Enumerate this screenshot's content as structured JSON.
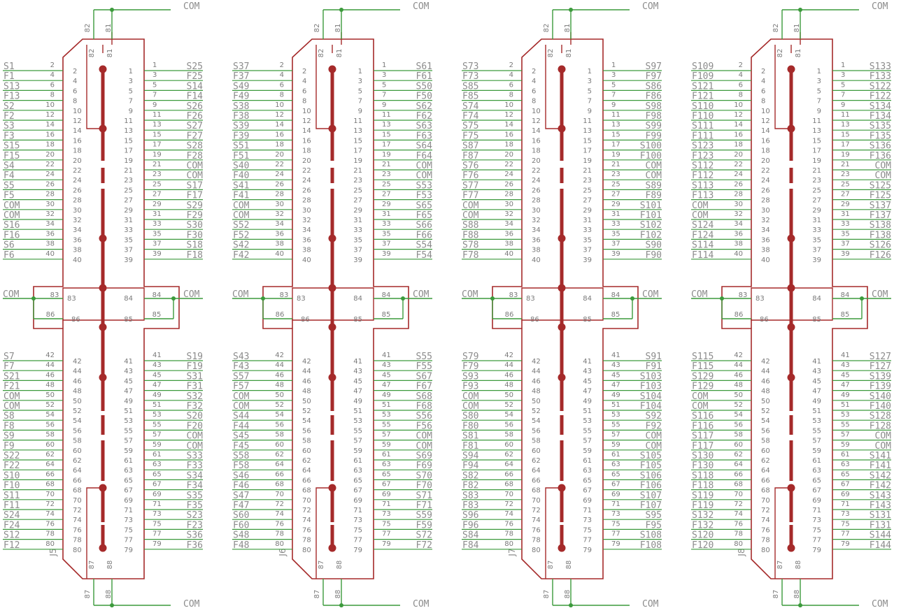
{
  "colors": {
    "wire": "#3c9a3c",
    "part": "#a52a2a",
    "text": "#8c8c8c",
    "junction": "#3c9a3c"
  },
  "connectors": [
    {
      "ref": "J5",
      "left_top": [
        "S1",
        "F1",
        "S13",
        "F13",
        "S2",
        "F2",
        "S3",
        "F3",
        "S15",
        "F15",
        "S4",
        "F4",
        "S5",
        "F5",
        "COM",
        "COM",
        "S16",
        "F16",
        "S6",
        "F6"
      ],
      "right_top": [
        "S25",
        "F25",
        "S14",
        "F14",
        "S26",
        "F26",
        "S27",
        "F27",
        "S28",
        "F28",
        "COM",
        "COM",
        "S17",
        "F17",
        "S29",
        "F29",
        "S30",
        "F30",
        "S18",
        "F18"
      ],
      "left_bot": [
        "S7",
        "F7",
        "S21",
        "F21",
        "COM",
        "COM",
        "S8",
        "F8",
        "S9",
        "F9",
        "S22",
        "F22",
        "S10",
        "F10",
        "S11",
        "F11",
        "S24",
        "F24",
        "S12",
        "F12"
      ],
      "right_bot": [
        "S19",
        "F19",
        "S31",
        "F31",
        "S32",
        "F32",
        "S20",
        "F20",
        "COM",
        "COM",
        "S33",
        "F33",
        "S34",
        "F34",
        "S35",
        "F35",
        "S23",
        "F23",
        "S36",
        "F36"
      ]
    },
    {
      "ref": "J6",
      "left_top": [
        "S37",
        "F37",
        "S49",
        "F49",
        "S38",
        "F38",
        "S39",
        "F39",
        "S51",
        "F51",
        "S40",
        "F40",
        "S41",
        "F41",
        "COM",
        "COM",
        "S52",
        "F52",
        "S42",
        "F42"
      ],
      "right_top": [
        "S61",
        "F61",
        "S50",
        "F50",
        "S62",
        "F62",
        "S63",
        "F63",
        "S64",
        "F64",
        "COM",
        "COM",
        "S53",
        "F53",
        "S65",
        "F65",
        "S66",
        "F66",
        "S54",
        "F54"
      ],
      "left_bot": [
        "S43",
        "F43",
        "S57",
        "F57",
        "COM",
        "COM",
        "S44",
        "F44",
        "S45",
        "F45",
        "S58",
        "F58",
        "S46",
        "F46",
        "S47",
        "F47",
        "S60",
        "F60",
        "S48",
        "F48"
      ],
      "right_bot": [
        "S55",
        "F55",
        "S67",
        "F67",
        "S68",
        "F68",
        "S56",
        "F56",
        "COM",
        "COM",
        "S69",
        "F69",
        "S70",
        "F70",
        "S71",
        "F71",
        "S59",
        "F59",
        "S72",
        "F72"
      ]
    },
    {
      "ref": "J7",
      "left_top": [
        "S73",
        "F73",
        "S85",
        "F85",
        "S74",
        "F74",
        "S75",
        "F75",
        "S87",
        "F87",
        "S76",
        "F76",
        "S77",
        "F77",
        "COM",
        "COM",
        "S88",
        "F88",
        "S78",
        "F78"
      ],
      "right_top": [
        "S97",
        "F97",
        "S86",
        "F86",
        "S98",
        "F98",
        "S99",
        "F99",
        "S100",
        "F100",
        "COM",
        "COM",
        "S89",
        "F89",
        "S101",
        "F101",
        "S102",
        "F102",
        "S90",
        "F90"
      ],
      "left_bot": [
        "S79",
        "F79",
        "S93",
        "F93",
        "COM",
        "COM",
        "S80",
        "F80",
        "S81",
        "F81",
        "S94",
        "F94",
        "S82",
        "F82",
        "S83",
        "F83",
        "S96",
        "F96",
        "S84",
        "F84"
      ],
      "right_bot": [
        "S91",
        "F91",
        "S103",
        "F103",
        "S104",
        "F104",
        "S92",
        "F92",
        "COM",
        "COM",
        "S105",
        "F105",
        "S106",
        "F106",
        "S107",
        "F107",
        "S95",
        "F95",
        "S108",
        "F108"
      ]
    },
    {
      "ref": "J8",
      "left_top": [
        "S109",
        "F109",
        "S121",
        "F121",
        "S110",
        "F110",
        "S111",
        "F111",
        "S123",
        "F123",
        "S112",
        "F112",
        "S113",
        "F113",
        "COM",
        "COM",
        "S124",
        "F124",
        "S114",
        "F114"
      ],
      "right_top": [
        "S133",
        "F133",
        "S122",
        "F122",
        "S134",
        "F134",
        "S135",
        "F135",
        "S136",
        "F136",
        "COM",
        "COM",
        "S125",
        "F125",
        "S137",
        "F137",
        "S138",
        "F138",
        "S126",
        "F126"
      ],
      "left_bot": [
        "S115",
        "F115",
        "S129",
        "F129",
        "COM",
        "COM",
        "S116",
        "F116",
        "S117",
        "F117",
        "S130",
        "F130",
        "S118",
        "F118",
        "S119",
        "F119",
        "S132",
        "F132",
        "S120",
        "F120"
      ],
      "right_bot": [
        "S127",
        "F127",
        "S139",
        "F139",
        "S140",
        "F140",
        "S128",
        "F128",
        "COM",
        "COM",
        "S141",
        "F141",
        "S142",
        "F142",
        "S143",
        "F143",
        "S131",
        "F131",
        "S144",
        "F144"
      ]
    }
  ],
  "labels": {
    "com": "COM",
    "pins_top_left": [
      "2",
      "4",
      "6",
      "8",
      "10",
      "12",
      "14",
      "16",
      "18",
      "20",
      "22",
      "24",
      "26",
      "28",
      "30",
      "32",
      "34",
      "36",
      "38",
      "40"
    ],
    "pins_top_right": [
      "1",
      "3",
      "5",
      "7",
      "9",
      "11",
      "13",
      "15",
      "17",
      "19",
      "21",
      "23",
      "25",
      "27",
      "29",
      "31",
      "33",
      "35",
      "37",
      "39"
    ],
    "pins_bot_left": [
      "42",
      "44",
      "46",
      "48",
      "50",
      "52",
      "54",
      "56",
      "58",
      "60",
      "62",
      "64",
      "66",
      "68",
      "70",
      "72",
      "74",
      "76",
      "78",
      "80"
    ],
    "pins_bot_right": [
      "41",
      "43",
      "45",
      "47",
      "49",
      "51",
      "53",
      "55",
      "57",
      "59",
      "61",
      "63",
      "65",
      "67",
      "69",
      "71",
      "73",
      "75",
      "77",
      "79"
    ],
    "pin_81": "81",
    "pin_82": "82",
    "pin_83": "83",
    "pin_84": "84",
    "pin_85": "85",
    "pin_86": "86",
    "pin_87": "87",
    "pin_88": "88"
  }
}
